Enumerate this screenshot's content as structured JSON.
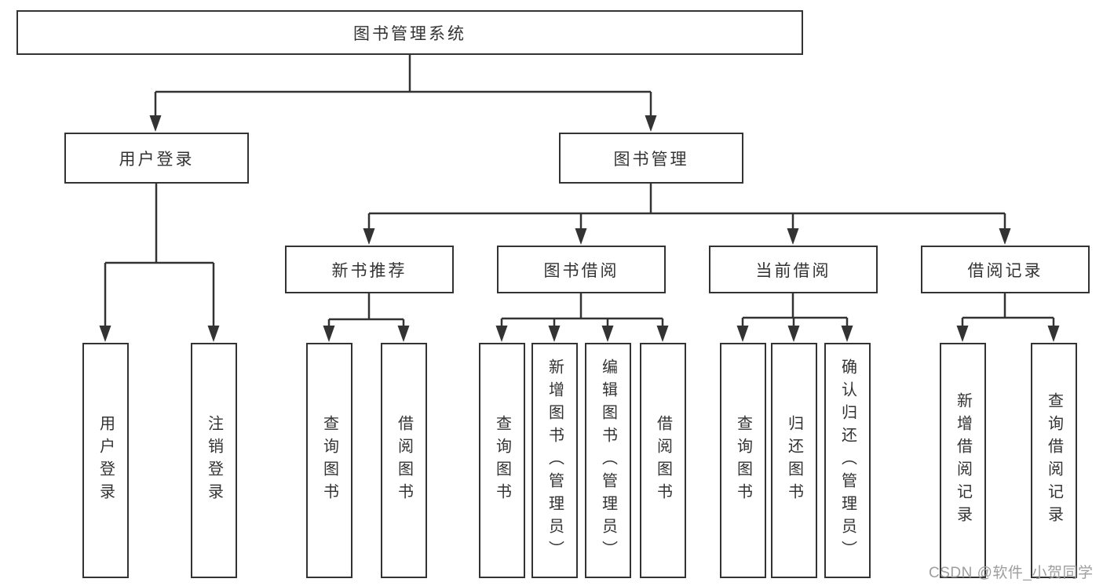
{
  "title": "图书管理系统",
  "watermark": "CSDN @软件_小贺同学",
  "colors": {
    "line": "#333333",
    "text": "#333333",
    "box_background": "#ffffff",
    "watermark": "#9e9e9e",
    "background": "#ffffff"
  },
  "tree": {
    "label": "图书管理系统",
    "children": [
      {
        "label": "用户登录",
        "children": [
          {
            "label": "用户登录"
          },
          {
            "label": "注销登录"
          }
        ]
      },
      {
        "label": "图书管理",
        "children": [
          {
            "label": "新书推荐",
            "children": [
              {
                "label": "查询图书"
              },
              {
                "label": "借阅图书"
              }
            ]
          },
          {
            "label": "图书借阅",
            "children": [
              {
                "label": "查询图书"
              },
              {
                "label": "新增图书（管理员）"
              },
              {
                "label": "编辑图书（管理员）"
              },
              {
                "label": "借阅图书"
              }
            ]
          },
          {
            "label": "当前借阅",
            "children": [
              {
                "label": "查询图书"
              },
              {
                "label": "归还图书"
              },
              {
                "label": "确认归还（管理员）"
              }
            ]
          },
          {
            "label": "借阅记录",
            "children": [
              {
                "label": "新增借阅记录"
              },
              {
                "label": "查询借阅记录"
              }
            ]
          }
        ]
      }
    ]
  }
}
